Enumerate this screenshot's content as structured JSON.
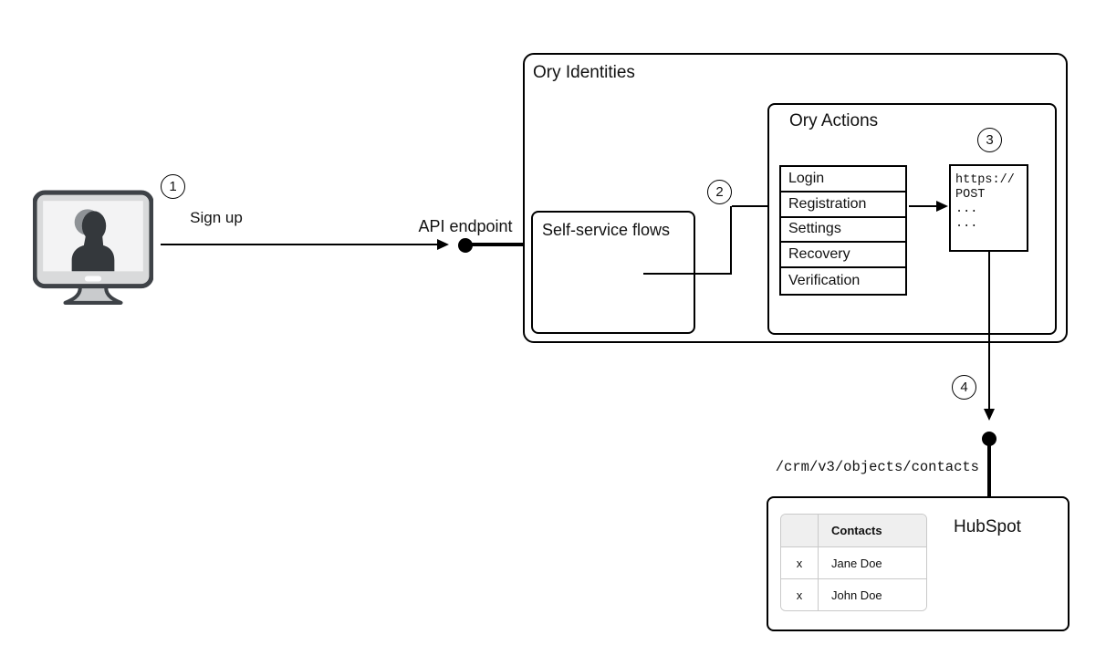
{
  "labels": {
    "sign_up": "Sign up",
    "api_endpoint": "API endpoint",
    "hubspot_path": "/crm/v3/objects/contacts"
  },
  "badges": {
    "step1": "1",
    "step2": "2",
    "step3": "3",
    "step4": "4"
  },
  "ory_identities": {
    "title": "Ory Identities",
    "self_service_flows": {
      "title": "Self-service flows"
    },
    "ory_actions": {
      "title": "Ory Actions",
      "flows": [
        "Login",
        "Registration",
        "Settings",
        "Recovery",
        "Verification"
      ],
      "webhook_code": [
        "https://",
        "POST",
        "...",
        "..."
      ]
    }
  },
  "hubspot": {
    "title": "HubSpot",
    "table": {
      "header_col1": "",
      "header_col2": "Contacts",
      "rows": [
        {
          "mark": "x",
          "name": "Jane Doe"
        },
        {
          "mark": "x",
          "name": "John Doe"
        }
      ]
    }
  },
  "colors": {
    "line": "#000000",
    "text": "#111111",
    "table_header_bg": "#efefef",
    "table_border": "#c9c9c9",
    "monitor_frame": "#3e4247",
    "monitor_bezel": "#d9dadb",
    "monitor_screen": "#f3f3f4",
    "silhouette": "#34383c"
  }
}
